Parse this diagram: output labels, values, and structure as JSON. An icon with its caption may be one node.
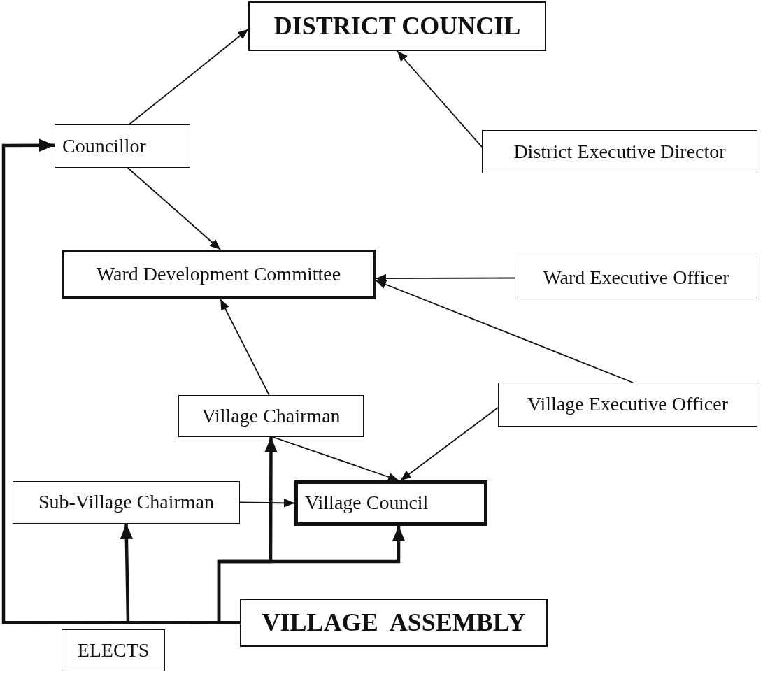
{
  "diagram": {
    "nodes": [
      {
        "text": [
          "DISTRICT COUNCIL"
        ]
      },
      {
        "text": [
          "Councillor"
        ]
      },
      {
        "text": [
          "District Executive Director"
        ]
      },
      {
        "text": [
          "Ward Development Committee"
        ]
      },
      {
        "text": [
          "Ward Executive Officer"
        ]
      },
      {
        "text": [
          "Village Chairman"
        ]
      },
      {
        "text": [
          "Village Executive Officer"
        ]
      },
      {
        "text": [
          "Sub-Village Chairman"
        ]
      },
      {
        "text": [
          "Village Council"
        ]
      },
      {
        "text": [
          "VILLAGE  ASSEMBLY"
        ]
      },
      {
        "text": [
          "ELECTS"
        ]
      }
    ],
    "edges": [
      {
        "from": 1,
        "to": 0,
        "arrow": "to"
      },
      {
        "from": 2,
        "to": 0,
        "arrow": "to"
      },
      {
        "from": 1,
        "to": 3,
        "arrow": "to"
      },
      {
        "from": 4,
        "to": 3,
        "arrow": "to"
      },
      {
        "from": 6,
        "to": 3,
        "arrow": "to"
      },
      {
        "from": 5,
        "to": 3,
        "arrow": "to"
      },
      {
        "from": 5,
        "to": 8,
        "arrow": "to"
      },
      {
        "from": 6,
        "to": 8,
        "arrow": "to"
      },
      {
        "from": 7,
        "to": 8,
        "arrow": "to"
      },
      {
        "from": 9,
        "to": 1,
        "arrow": "to",
        "style": "thick"
      },
      {
        "from": 9,
        "to": 7,
        "arrow": "to",
        "style": "thick"
      },
      {
        "from": 9,
        "to": 5,
        "arrow": "to",
        "style": "thick"
      },
      {
        "from": 9,
        "to": 8,
        "arrow": "to",
        "style": "thick"
      }
    ]
  }
}
